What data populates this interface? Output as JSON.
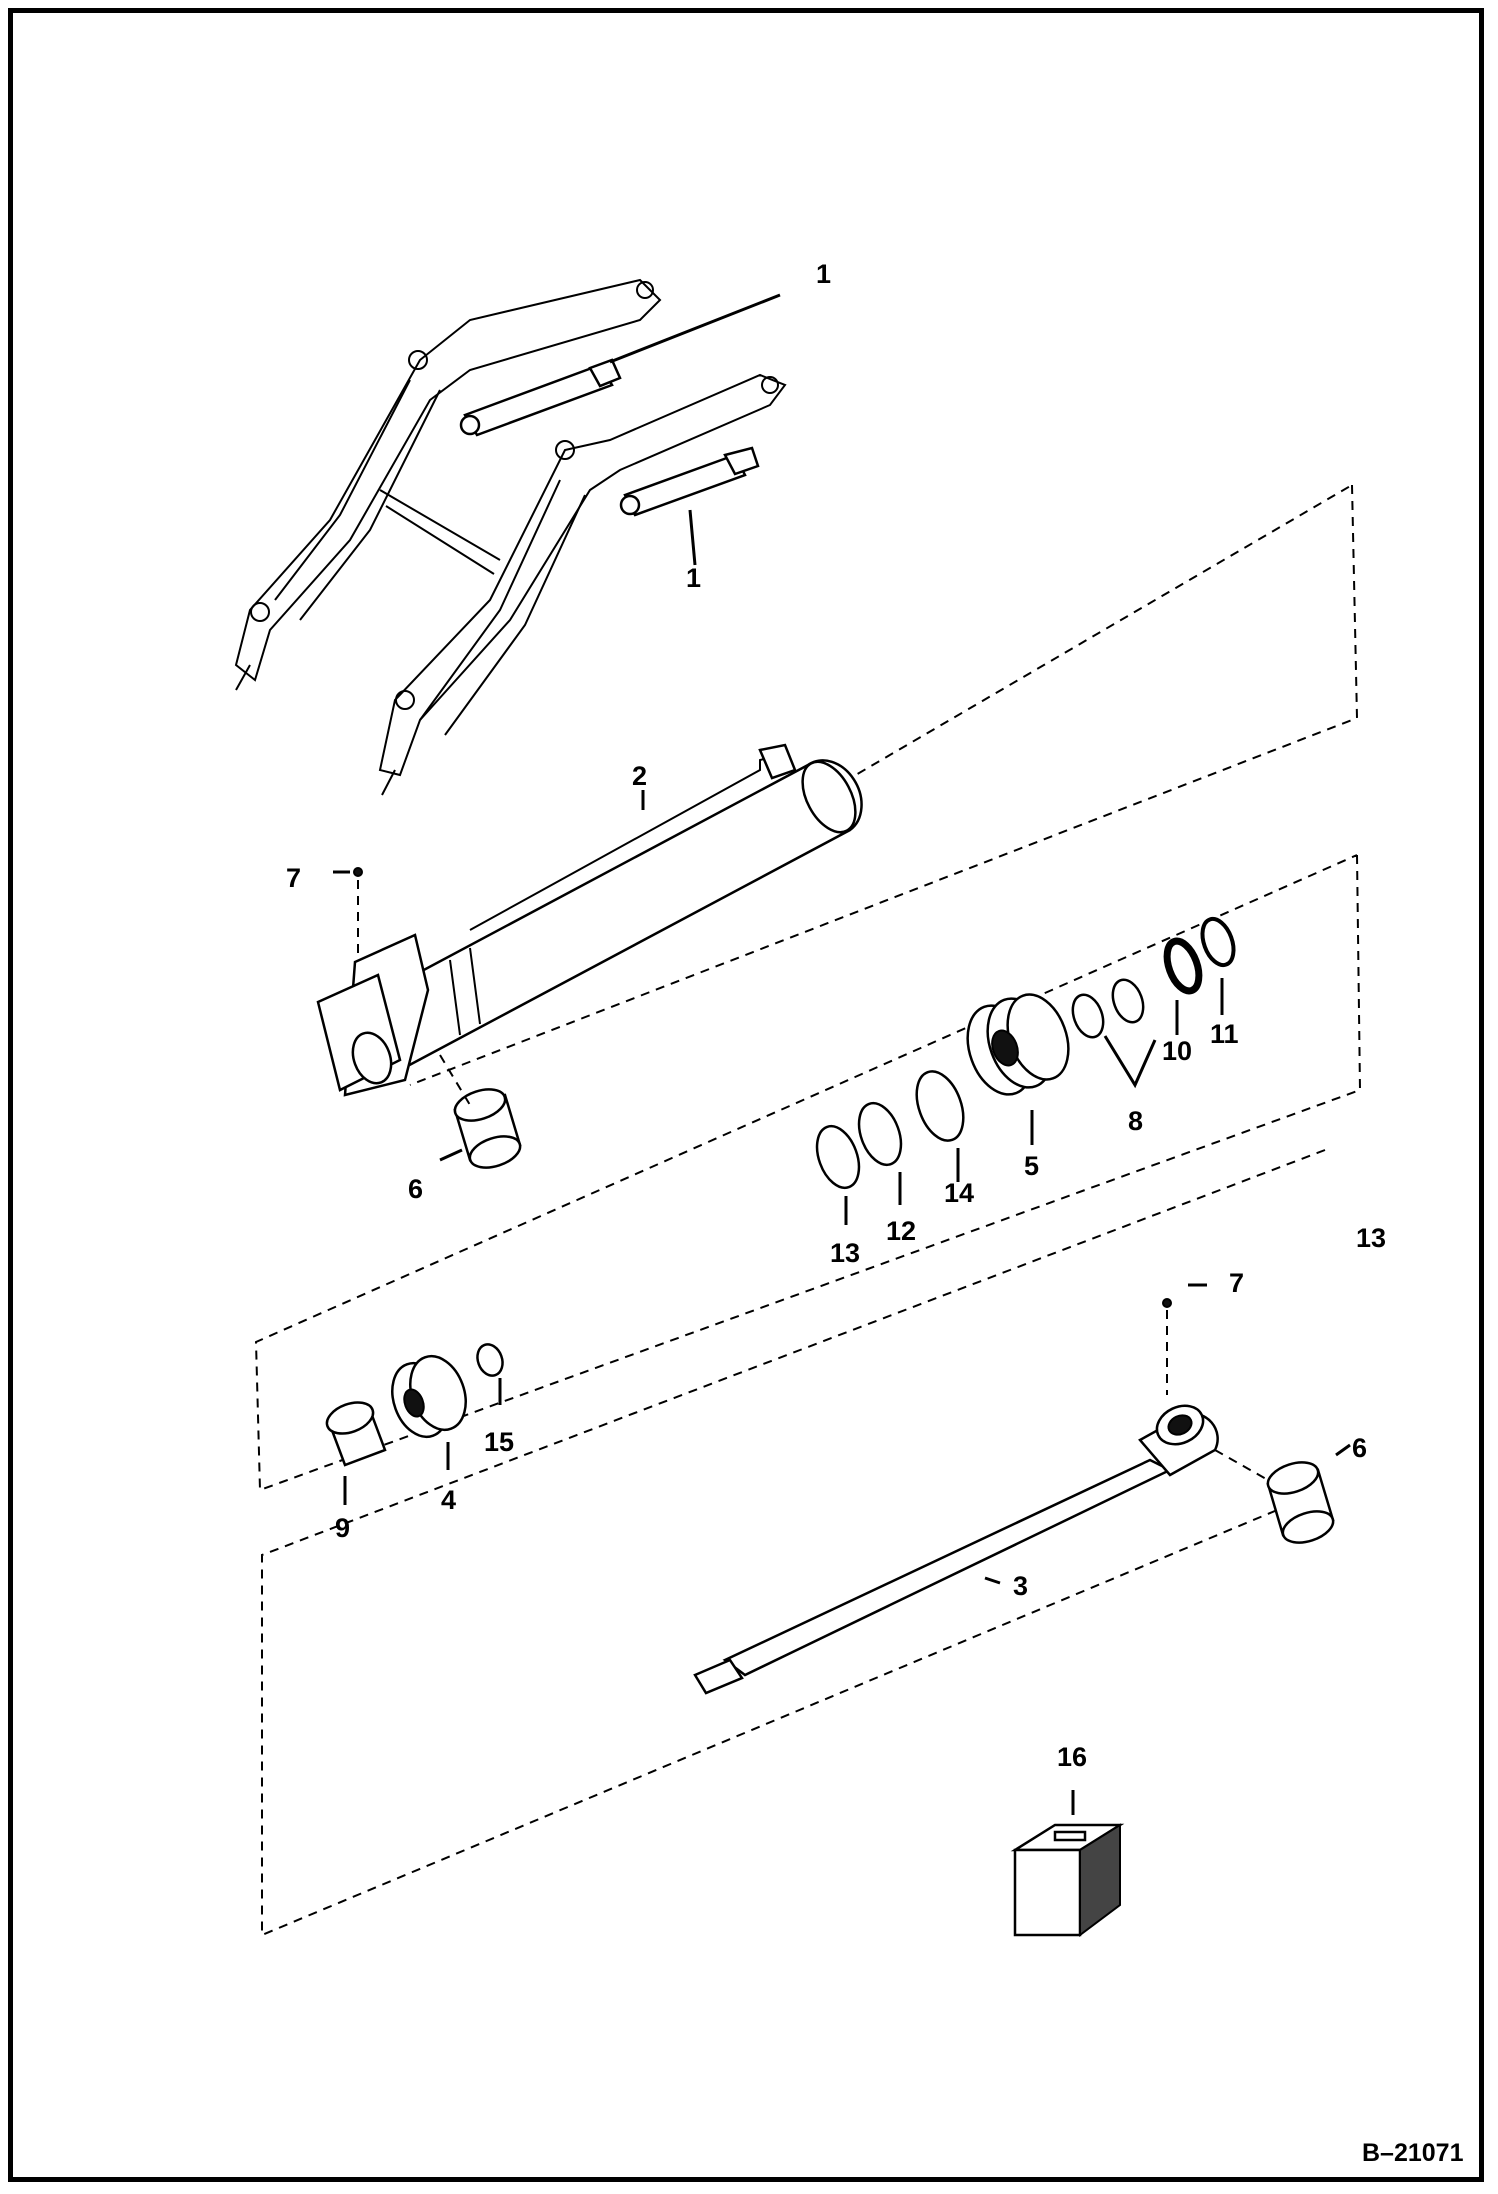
{
  "document_number": "B–21071",
  "callouts": {
    "c1a": "1",
    "c1b": "1",
    "c2": "2",
    "c3": "3",
    "c4": "4",
    "c5": "5",
    "c6a": "6",
    "c6b": "6",
    "c7a": "7",
    "c7b": "7",
    "c8": "8",
    "c9": "9",
    "c10": "10",
    "c11": "11",
    "c12": "12",
    "c13a": "13",
    "c13b": "13",
    "c14": "14",
    "c15": "15",
    "c16": "16"
  }
}
